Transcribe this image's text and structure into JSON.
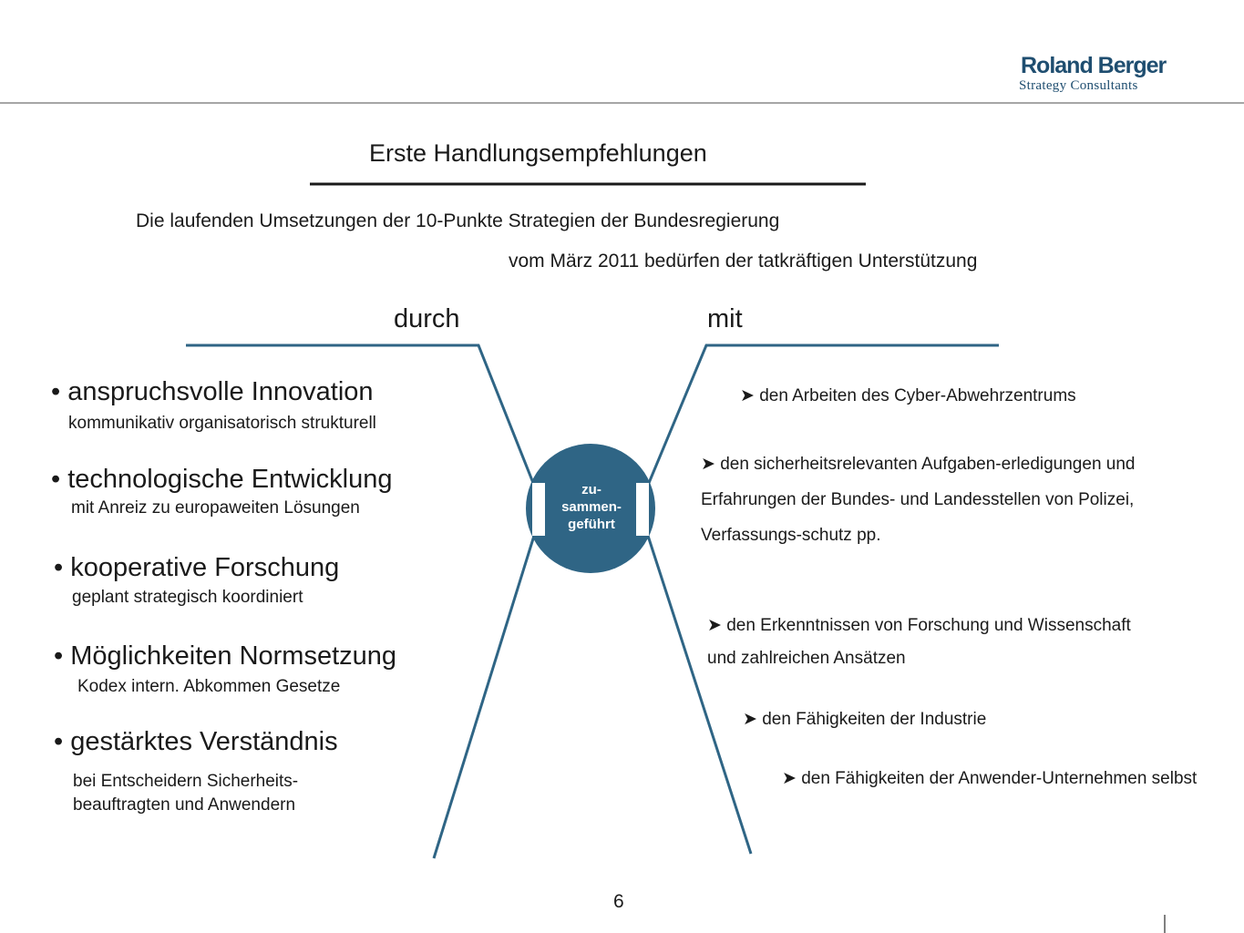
{
  "logo": {
    "name": "Roland Berger",
    "tagline": "Strategy Consultants"
  },
  "title": "Erste  Handlungsempfehlungen",
  "intro": {
    "line1": "Die laufenden Umsetzungen der 10-Punkte Strategien der Bundesregierung",
    "line2": "vom März 2011 bedürfen der tatkräftigen Unterstützung"
  },
  "left_heading": "durch",
  "right_heading": "mit",
  "center_label": "zu-\nsammen-\ngeführt",
  "left_items": [
    {
      "title": "• anspruchsvolle Innovation",
      "sub": "kommunikativ  organisatorisch  strukturell"
    },
    {
      "title": "• technologische Entwicklung",
      "sub": "mit Anreiz zu europaweiten Lösungen"
    },
    {
      "title": "• kooperative Forschung",
      "sub": "geplant strategisch  koordiniert"
    },
    {
      "title": "• Möglichkeiten Normsetzung",
      "sub": "Kodex   intern. Abkommen  Gesetze"
    },
    {
      "title": "• gestärktes Verständnis",
      "sub": "bei Entscheidern  Sicherheits-beauftragten und Anwendern"
    }
  ],
  "right_items": [
    "➤ den Arbeiten des Cyber-Abwehrzentrums",
    "➤ den sicherheitsrelevanten Aufgaben-erledigungen und Erfahrungen der Bundes- und Landesstellen von Polizei, Verfassungs-schutz pp.",
    "➤ den Erkenntnissen von Forschung und Wissenschaft und zahlreichen Ansätzen",
    "➤ den Fähigkeiten der Industrie",
    "➤ den Fähigkeiten der Anwender-Unternehmen selbst"
  ],
  "page_number": "6",
  "colors": {
    "accent": "#2f6585",
    "logo": "#1f4e70",
    "line": "#3a3a3a"
  }
}
